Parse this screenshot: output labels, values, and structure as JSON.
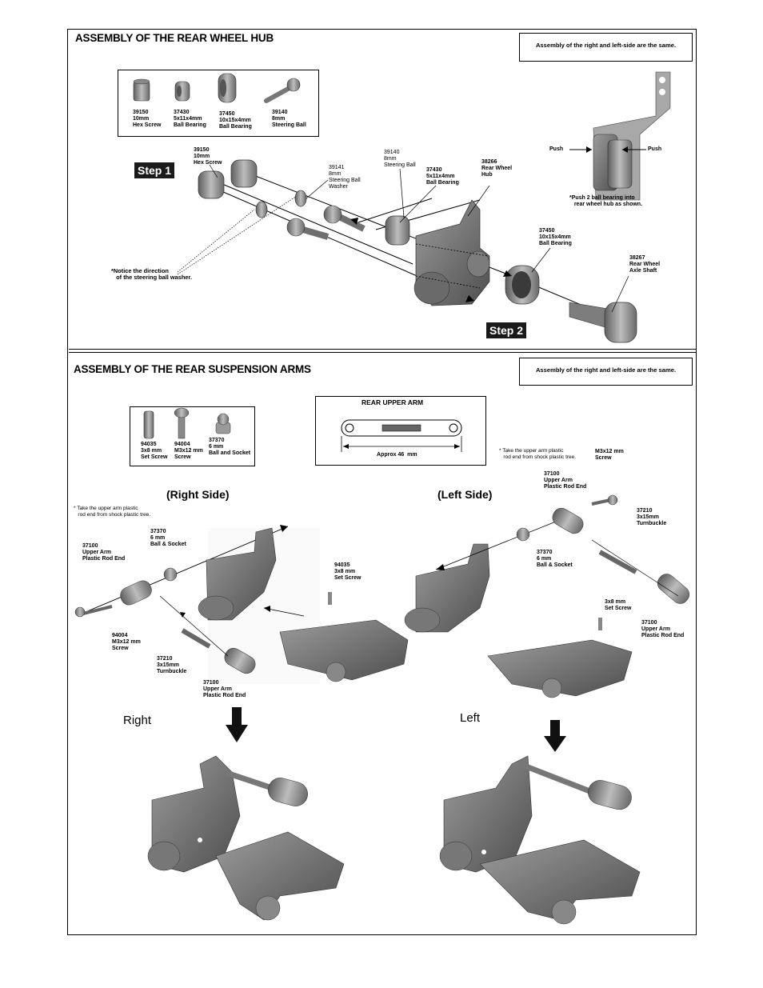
{
  "hub": {
    "title": "ASSEMBLY OF THE REAR WHEEL HUB",
    "note": "Assembly of the right and left-side are the same.",
    "parts": [
      {
        "number": "39150",
        "size": "10mm",
        "name": "Hex Screw"
      },
      {
        "number": "37430",
        "size": "5x11x4mm",
        "name": "Ball Bearing"
      },
      {
        "number": "37450",
        "size": "10x15x4mm",
        "name": "Ball Bearing"
      },
      {
        "number": "39140",
        "size": "8mm",
        "name": "Steering Ball"
      }
    ],
    "step1": "Step 1",
    "step2": "Step 2",
    "callouts": {
      "hex_screw": "39150\n10mm\nHex Screw",
      "washer": "39141\n8mm\nSteering Ball\nWasher",
      "steering_ball": "39140\n8mm\nSteering Ball",
      "bearing_small": "37430\n5x11x4mm\nBall Bearing",
      "wheel_hub": "38266\nRear Wheel\nHub",
      "bearing_large": "37450\n10x15x4mm\nBall Bearing",
      "axle_shaft": "38267\nRear Wheel\nAxle Shaft",
      "washer_notice": "*Notice the direction\n   of the steering ball washer.",
      "push_left": "Push",
      "push_right": "Push",
      "push_note": "*Push 2 ball bearing into\n   rear wheel hub as shown."
    }
  },
  "arms": {
    "title": "ASSEMBLY OF THE REAR SUSPENSION ARMS",
    "note": "Assembly of the right and left-side are the same.",
    "parts": [
      {
        "number": "94035",
        "size": "3x8 mm",
        "name": "Set Screw"
      },
      {
        "number": "94004",
        "size": "M3x12 mm",
        "name": "Screw"
      },
      {
        "number": "37370",
        "size": "6 mm",
        "name": "Ball and Socket"
      }
    ],
    "upper_arm_title": "REAR UPPER ARM",
    "upper_arm_length": "Approx 46  mm",
    "right_side": "(Right Side)",
    "left_side": "(Left Side)",
    "right_caption": "Right",
    "left_caption": "Left",
    "right_callouts": {
      "take_note": "* Take the upper arm plastic\n   rod end from shock plastic tree.",
      "ball_socket": "37370\n6 mm\nBall & Socket",
      "rod_end_top": "37100\nUpper Arm\nPlastic Rod End",
      "set_screw": "94035\n3x8 mm\nSet Screw",
      "screw": "94004\nM3x12 mm\nScrew",
      "turnbuckle": "37210\n3x15mm\nTurnbuckle",
      "rod_end_bottom": "37100\nUpper Arm\nPlastic Rod End"
    },
    "left_callouts": {
      "take_note": "* Take the upper arm plastic\n   rod end from shock plastic tree.",
      "screw": "M3x12 mm\nScrew",
      "rod_end_top": "37100\nUpper Arm\nPlastic Rod End",
      "turnbuckle": "37210\n3x15mm\nTurnbuckle",
      "ball_socket": "37370\n6 mm\nBall & Socket",
      "set_screw": "3x8 mm\nSet Screw",
      "rod_end_right": "37100\nUpper Arm\nPlastic Rod End"
    }
  }
}
